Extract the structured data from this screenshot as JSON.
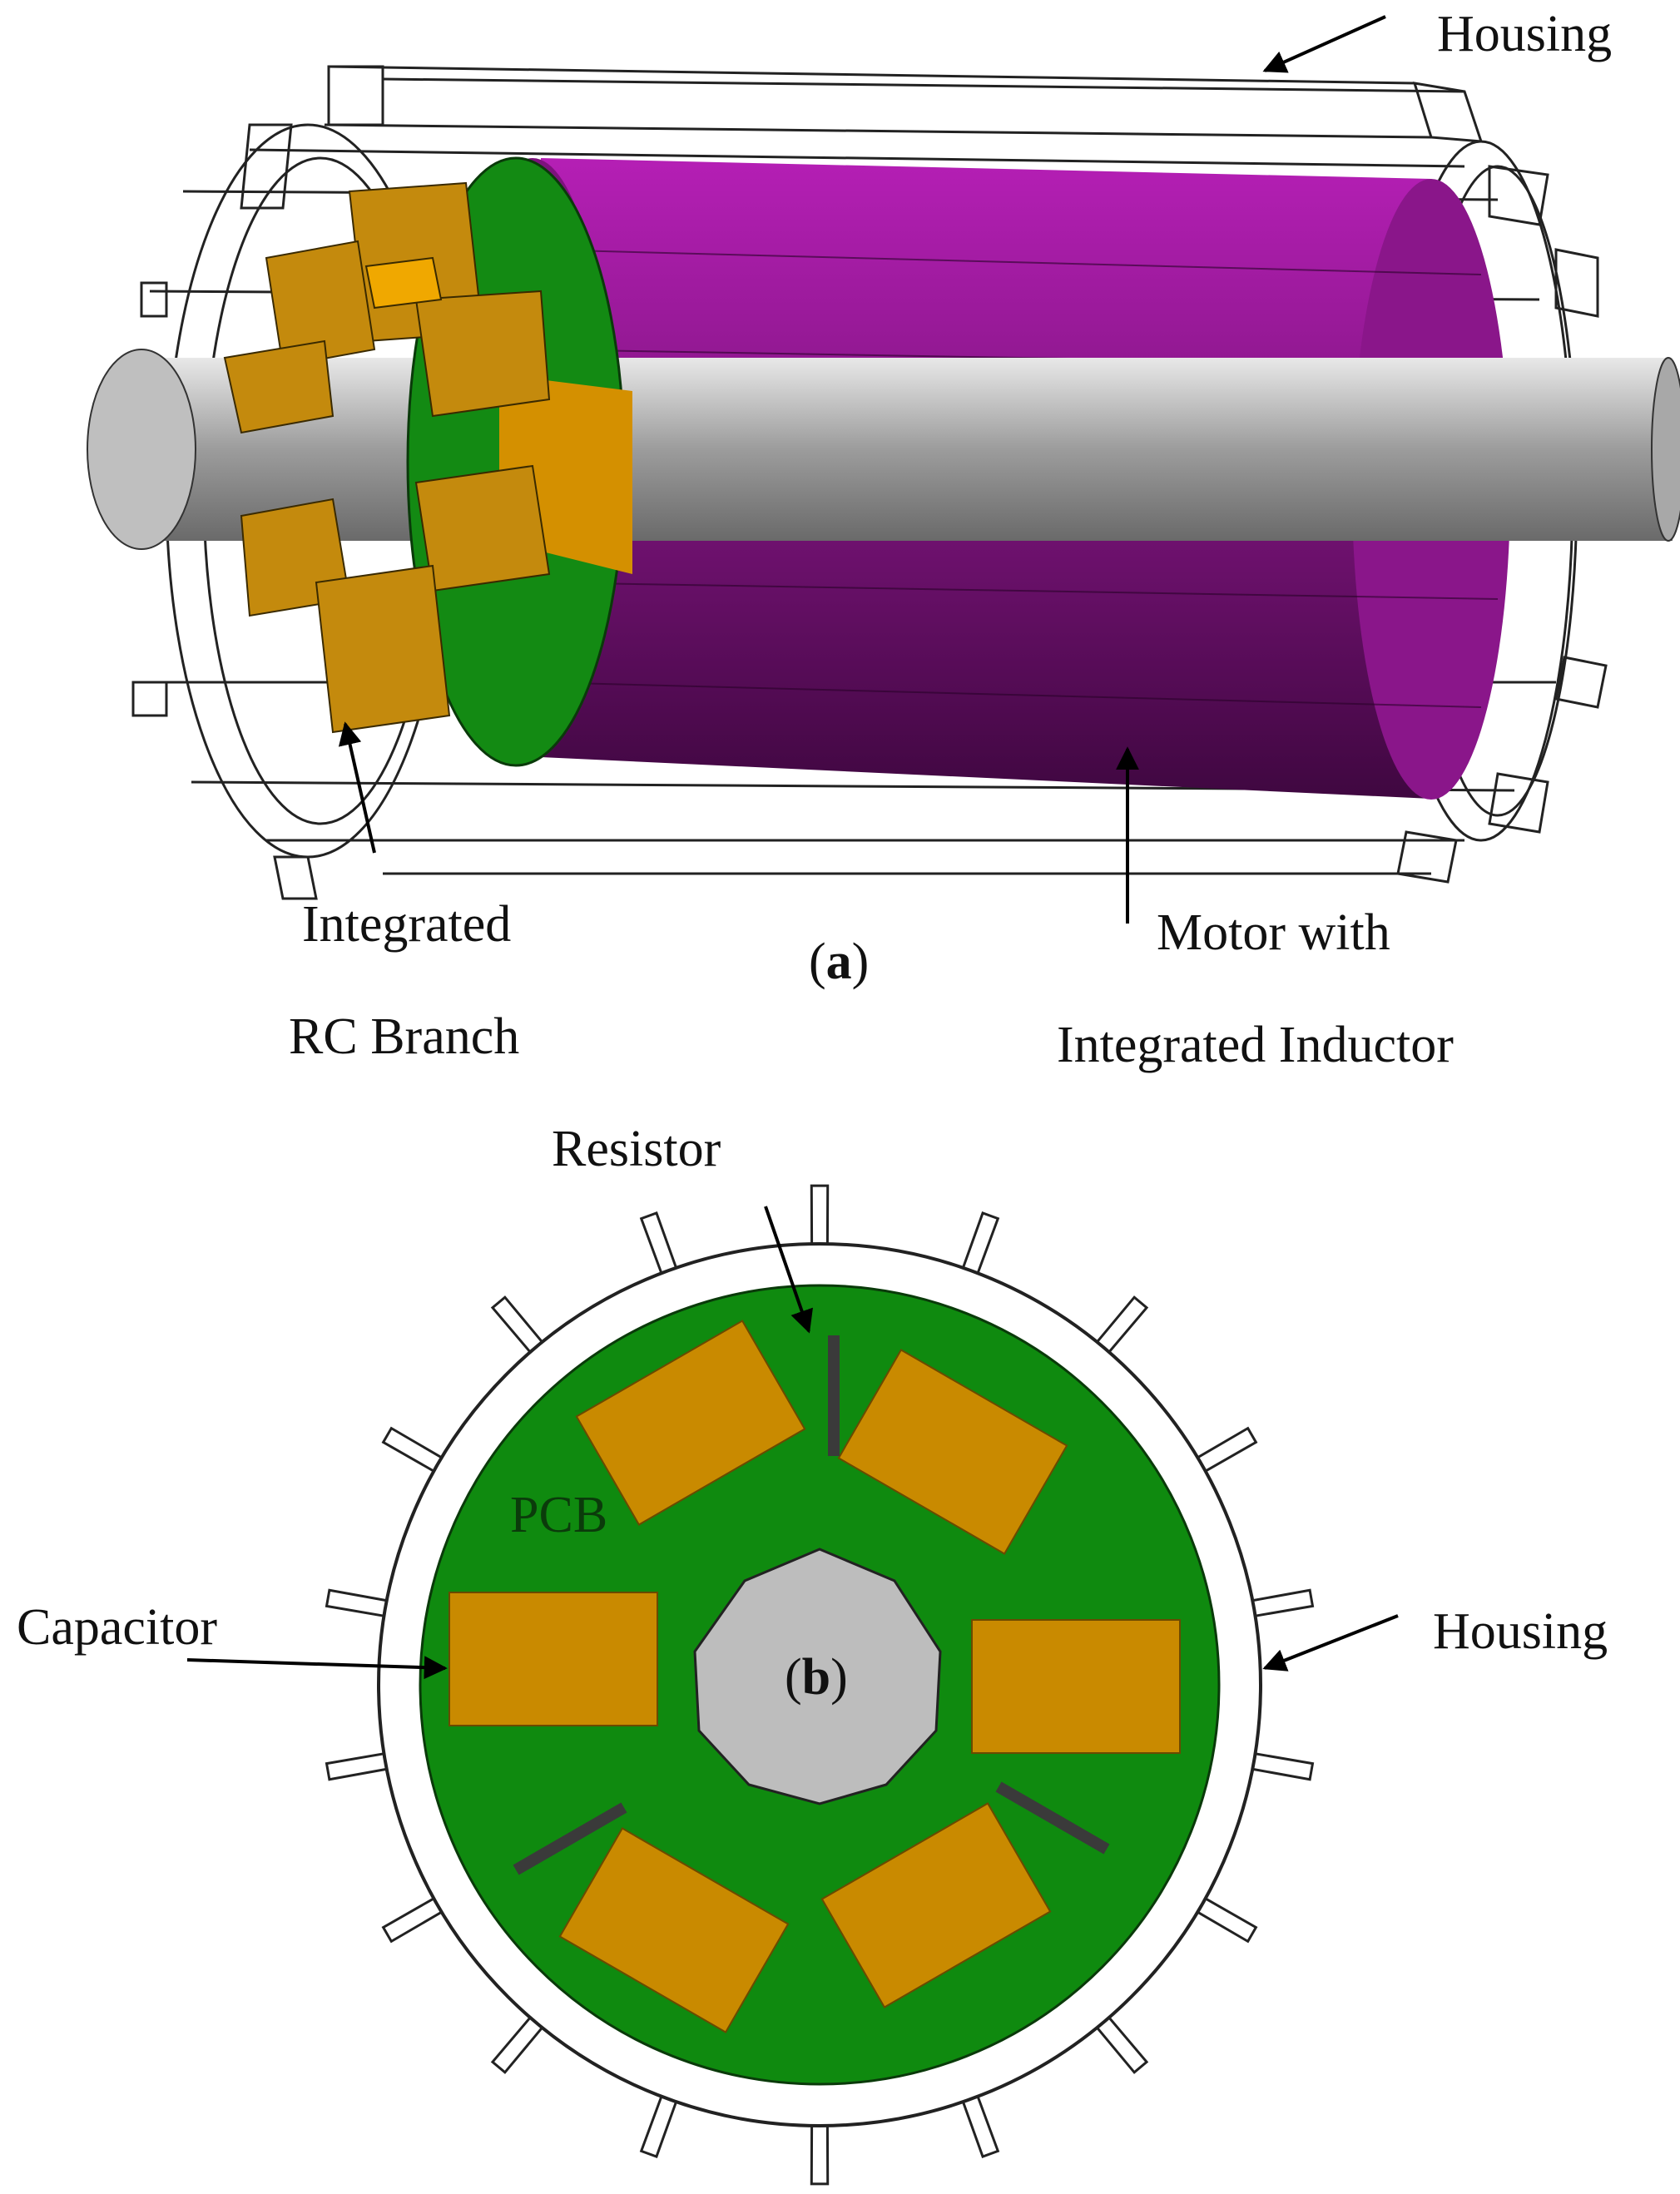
{
  "panel_a": {
    "caption_letter": "a",
    "housing_label": "Housing",
    "rc_label_line1": "Integrated",
    "rc_label_line2": "RC Branch",
    "motor_label_line1": "Motor with",
    "motor_label_line2": "Integrated Inductor"
  },
  "panel_b": {
    "caption_letter": "b",
    "resistor_label": "Resistor",
    "pcb_label": "PCB",
    "capacitor_label": "Capacitor",
    "housing_label": "Housing"
  },
  "colors": {
    "motor": "#7a137a",
    "pcb": "#0f8a0f",
    "capacitor": "#c98a00",
    "shaft": "#b8b8b8",
    "resistor": "#444444"
  }
}
